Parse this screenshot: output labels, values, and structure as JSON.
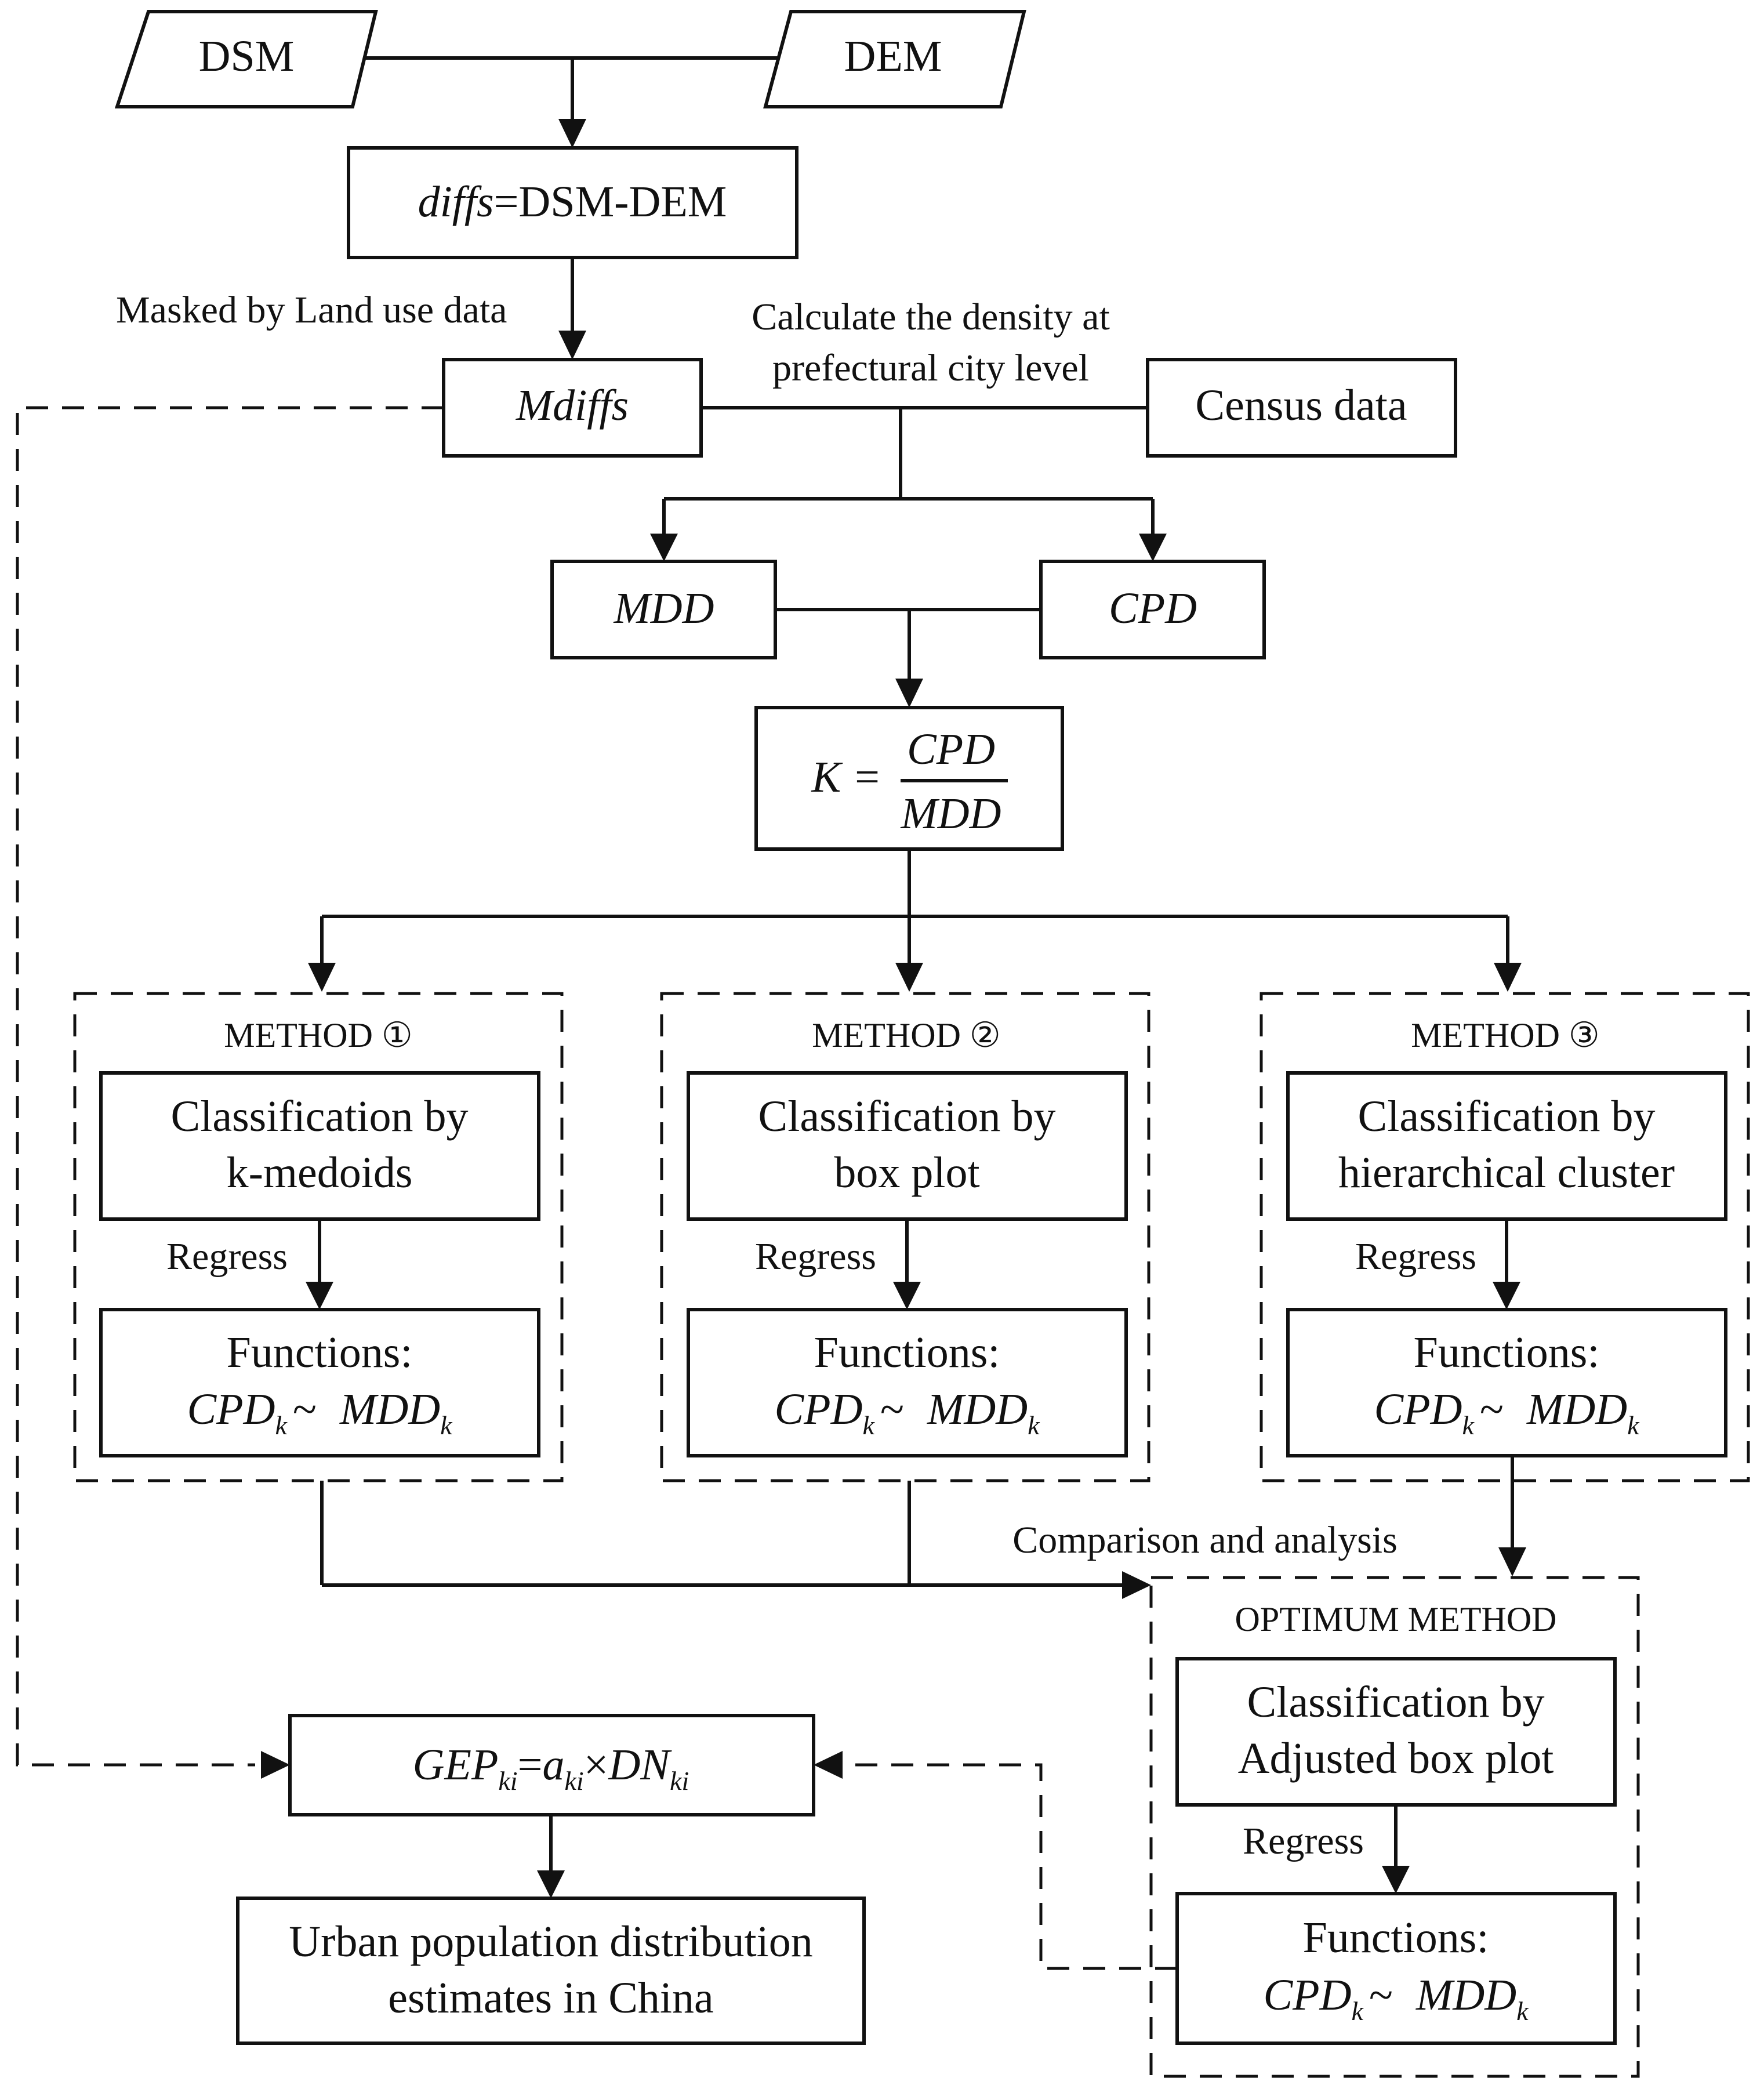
{
  "inputs": {
    "dsm": "DSM",
    "dem": "DEM"
  },
  "diff": {
    "var": "diffs",
    "expr": "=DSM-DEM"
  },
  "mask_label": "Masked by Land use data",
  "density_label": {
    "line1": "Calculate the density at",
    "line2": "prefectural city level"
  },
  "mdiffs": "Mdiffs",
  "census": "Census data",
  "mdd": "MDD",
  "cpd": "CPD",
  "ratio": {
    "lhs": "K =",
    "num": "CPD",
    "den": "MDD"
  },
  "methods": [
    {
      "title": "METHOD ①",
      "class_line1": "Classification by",
      "class_line2": "k-medoids",
      "regress": "Regress",
      "func_title": "Functions:",
      "func_cpd": "CPD",
      "func_mdd": "MDD",
      "func_sub": "k",
      "func_tilde": "~"
    },
    {
      "title": "METHOD ②",
      "class_line1": "Classification by",
      "class_line2": "box plot",
      "regress": "Regress",
      "func_title": "Functions:",
      "func_cpd": "CPD",
      "func_mdd": "MDD",
      "func_sub": "k",
      "func_tilde": "~"
    },
    {
      "title": "METHOD ③",
      "class_line1": "Classification by",
      "class_line2": "hierarchical cluster",
      "regress": "Regress",
      "func_title": "Functions:",
      "func_cpd": "CPD",
      "func_mdd": "MDD",
      "func_sub": "k",
      "func_tilde": "~"
    }
  ],
  "comparison_label": "Comparison and analysis",
  "optimum": {
    "title": "OPTIMUM METHOD",
    "class_line1": "Classification by",
    "class_line2": "Adjusted box plot",
    "regress": "Regress",
    "func_title": "Functions:",
    "func_cpd": "CPD",
    "func_mdd": "MDD",
    "func_sub": "k",
    "func_tilde": "~"
  },
  "gep": {
    "g": "GEP",
    "g_sub": "ki",
    "eq": "=",
    "a": "a",
    "a_sub": "ki",
    "times": "×",
    "dn": "DN",
    "dn_sub": "ki"
  },
  "output": {
    "line1": "Urban population distribution",
    "line2": "estimates in China"
  }
}
